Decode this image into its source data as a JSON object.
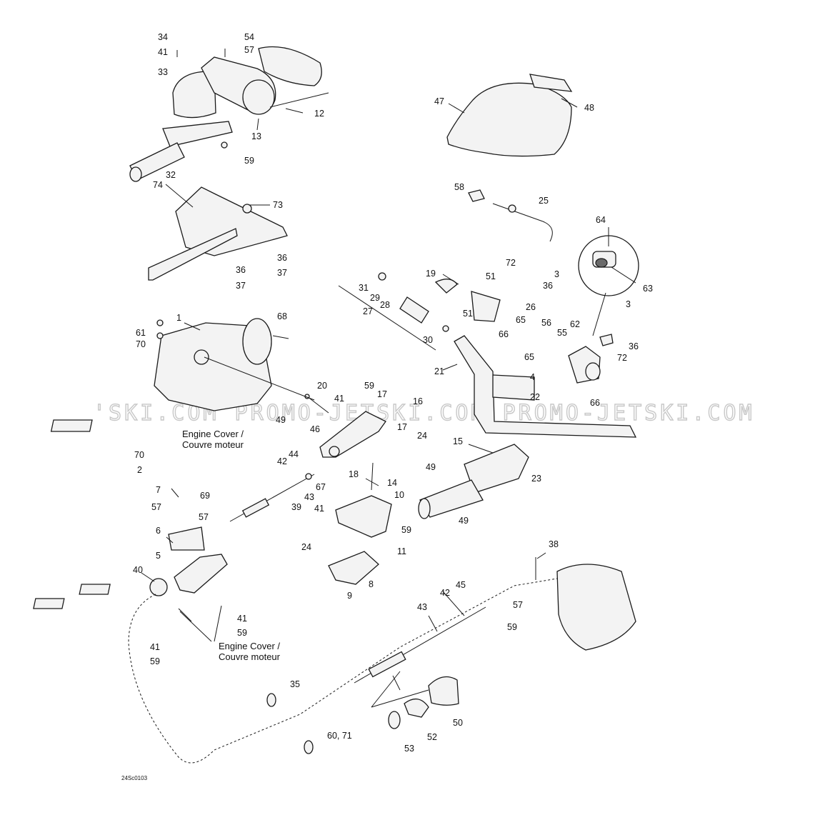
{
  "diagram_code": "24Sc0103",
  "watermark": "'SKI.COM   PROMO-JETSKI.COM   PROMO-JETSKI.COM",
  "notes": {
    "engine_cover_en": "Engine Cover /",
    "engine_cover_fr": "Couvre moteur"
  },
  "callouts": {
    "c34": "34",
    "c41a": "41",
    "c33": "33",
    "c54": "54",
    "c57a": "57",
    "c12": "12",
    "c13": "13",
    "c59a": "59",
    "c47": "47",
    "c48": "48",
    "c32": "32",
    "c74": "74",
    "c73": "73",
    "c36a": "36",
    "c37a": "37",
    "c36b": "36",
    "c37b": "37",
    "c58": "58",
    "c25": "25",
    "c64": "64",
    "c63": "63",
    "c19": "19",
    "c51a": "51",
    "c72a": "72",
    "c3a": "3",
    "c36c": "36",
    "c31": "31",
    "c29": "29",
    "c28": "28",
    "c26": "26",
    "c51b": "51",
    "c65a": "65",
    "c66a": "66",
    "c27": "27",
    "c30": "30",
    "c3b": "3",
    "c56": "56",
    "c55": "55",
    "c62": "62",
    "c36d": "36",
    "c72b": "72",
    "c65b": "65",
    "c1": "1",
    "c68": "68",
    "c61": "61",
    "c70a": "70",
    "c21": "21",
    "c4": "4",
    "c22": "22",
    "c66b": "66",
    "c20": "20",
    "c59b": "59",
    "c17a": "17",
    "c41b": "41",
    "c16": "16",
    "c49a": "49",
    "c46": "46",
    "c17b": "17",
    "c24a": "24",
    "c70b": "70",
    "c2": "2",
    "c44": "44",
    "c42a": "42",
    "c18": "18",
    "c15": "15",
    "c49b": "49",
    "c14": "14",
    "c67": "67",
    "c7": "7",
    "c69": "69",
    "c43a": "43",
    "c23": "23",
    "c57b": "57",
    "c57c": "57",
    "c39": "39",
    "c41c": "41",
    "c10": "10",
    "c59c": "59",
    "c49c": "49",
    "c6": "6",
    "c11": "11",
    "c24b": "24",
    "c5": "5",
    "c40": "40",
    "c8": "8",
    "c9": "9",
    "c38": "38",
    "c45": "45",
    "c42b": "42",
    "c43b": "43",
    "c57d": "57",
    "c59d": "59",
    "c41d": "41",
    "c59e": "59",
    "c41e": "41",
    "c59f": "59",
    "c35": "35",
    "c50": "50",
    "c52": "52",
    "c53": "53",
    "c60_71": "60, 71"
  }
}
